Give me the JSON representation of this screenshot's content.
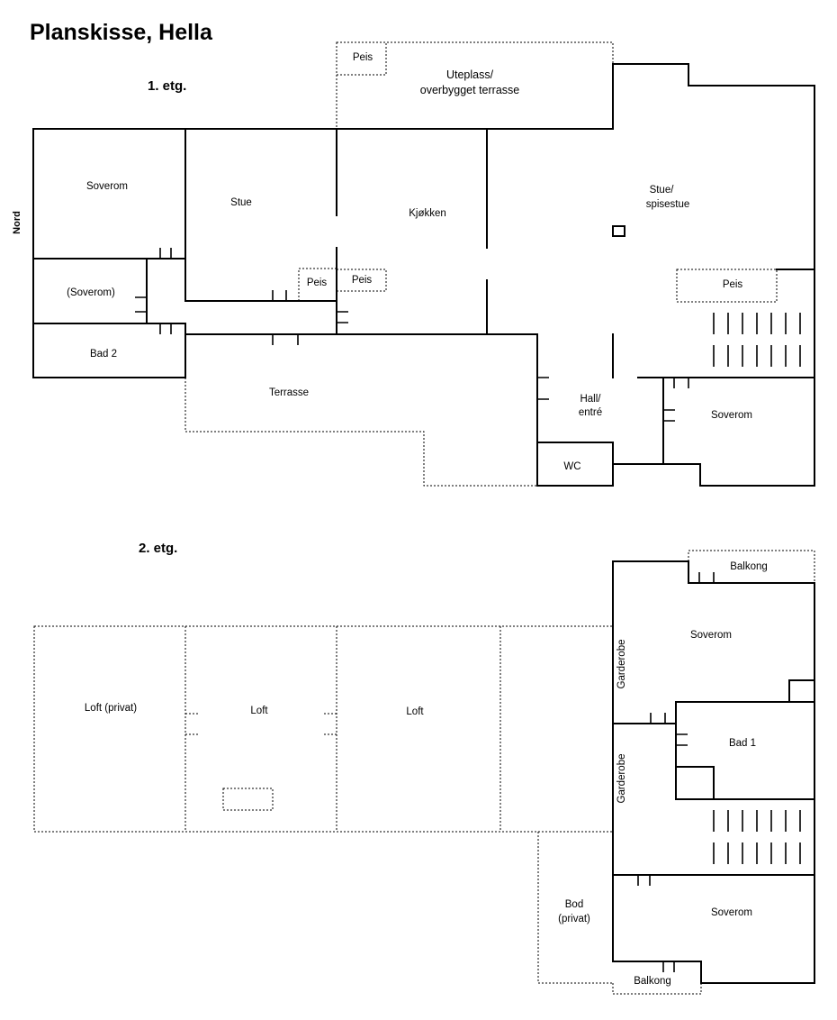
{
  "title": "Planskisse, Hella",
  "compass": "Nord",
  "floor1": {
    "label": "1. etg.",
    "rooms": {
      "peis_terrace": "Peis",
      "uteplass_1": "Uteplass/",
      "uteplass_2": "overbygget terrasse",
      "soverom_nw": "Soverom",
      "stue": "Stue",
      "kjokken": "Kjøkken",
      "stue_spise_1": "Stue/",
      "stue_spise_2": "spisestue",
      "soverom_small": "(Soverom)",
      "peis_a": "Peis",
      "peis_b": "Peis",
      "peis_c": "Peis",
      "bad2": "Bad 2",
      "terrasse": "Terrasse",
      "hall_1": "Hall/",
      "hall_2": "entré",
      "soverom_se": "Soverom",
      "wc": "WC"
    }
  },
  "floor2": {
    "label": "2. etg.",
    "rooms": {
      "balkong_top": "Balkong",
      "loft_privat": "Loft (privat)",
      "loft_a": "Loft",
      "loft_b": "Loft",
      "soverom_top": "Soverom",
      "garderobe_top": "Garderobe",
      "bad1": "Bad 1",
      "garderobe_mid": "Garderobe",
      "bod_1": "Bod",
      "bod_2": "(privat)",
      "soverom_bottom": "Soverom",
      "balkong_bottom": "Balkong"
    }
  }
}
